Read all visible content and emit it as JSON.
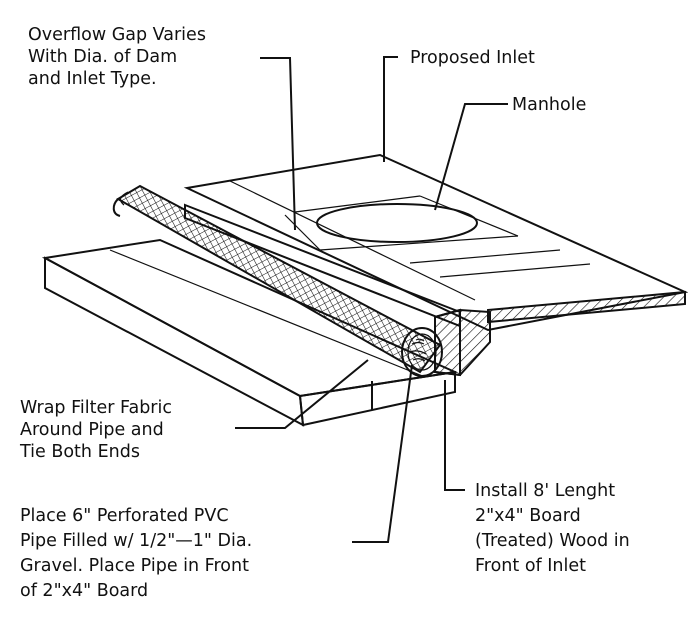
{
  "title": "",
  "labels": {
    "overflow_gap": [
      "Overflow Gap Varies",
      "With Dia. of Dam",
      "and Inlet Type."
    ],
    "proposed_inlet": [
      "Proposed Inlet"
    ],
    "manhole": [
      "Manhole"
    ],
    "wrap_filter": [
      "Wrap Filter Fabric",
      "Around Pipe and",
      "Tie Both Ends"
    ],
    "place_pipe": [
      "Place 6\" Perforated PVC",
      "Pipe Filled w/ 1/2\"—1\" Dia.",
      "Gravel. Place Pipe in Front",
      "of 2\"x4\" Board"
    ],
    "install_board": [
      "Install 8' Lenght",
      "2\"x4\" Board",
      "(Treated) Wood in",
      "Front of Inlet"
    ]
  },
  "colors": {
    "ink": "#111111",
    "paper": "#ffffff"
  }
}
